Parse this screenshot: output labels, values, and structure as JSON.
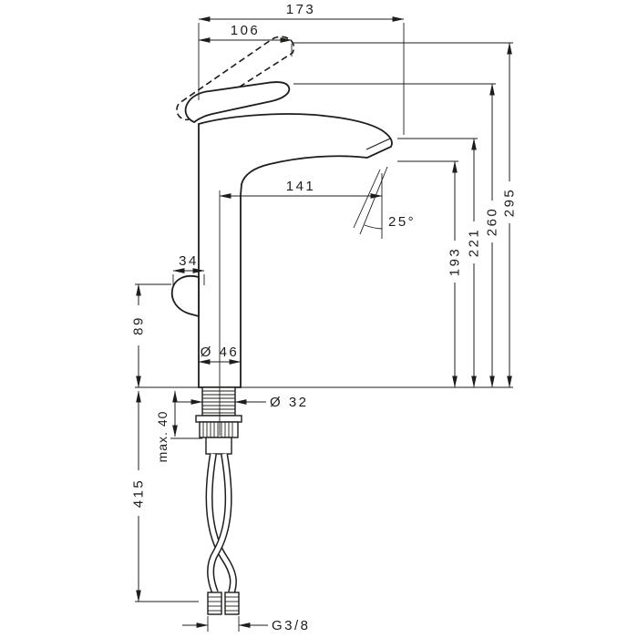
{
  "dimensions": {
    "overall_depth": "173",
    "handle_depth": "106",
    "spout_reach": "141",
    "aerator_angle": "25°",
    "height_to_aerator": "193",
    "height_spout_top": "221",
    "height_body_top": "260",
    "height_handle_raised": "295",
    "lever_offset": "34",
    "lever_clearance": "89",
    "base_diameter": "Ø 46",
    "shank_diameter": "Ø 32",
    "max_deck_thickness": "max. 40",
    "hose_length": "415",
    "connection_thread": "G3/8"
  },
  "colors": {
    "line": "#1d1d1b",
    "background": "#ffffff"
  }
}
